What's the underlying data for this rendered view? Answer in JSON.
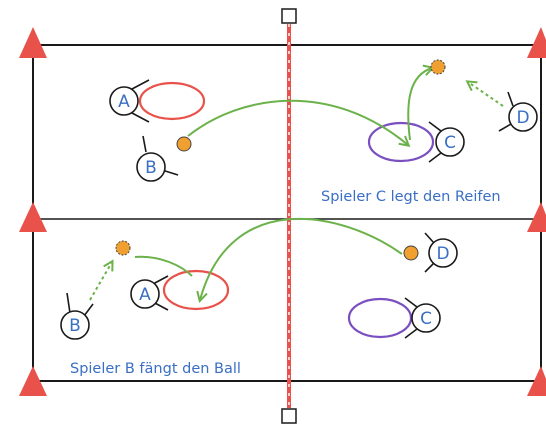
{
  "players": {
    "top_a": "A",
    "top_b": "B",
    "top_c": "C",
    "top_d": "D",
    "bottom_a": "A",
    "bottom_b": "B",
    "bottom_c": "C",
    "bottom_d": "D"
  },
  "captions": {
    "top_right": "Spieler C legt den Reifen",
    "bottom_left": "Spieler B fängt den Ball"
  },
  "colors": {
    "field_line": "#1a1a1a",
    "cone": "#e8524a",
    "net": "#e8524a",
    "label_text": "#3a6fc4",
    "hoop_red": "#e8524a",
    "hoop_purple": "#7a4fc0",
    "ball": "#f0a030",
    "pass_arrow": "#6cb24a"
  },
  "icons": [
    "cone-icon",
    "post-icon",
    "ball-icon",
    "hoop-icon",
    "player-icon",
    "arrow-icon"
  ]
}
